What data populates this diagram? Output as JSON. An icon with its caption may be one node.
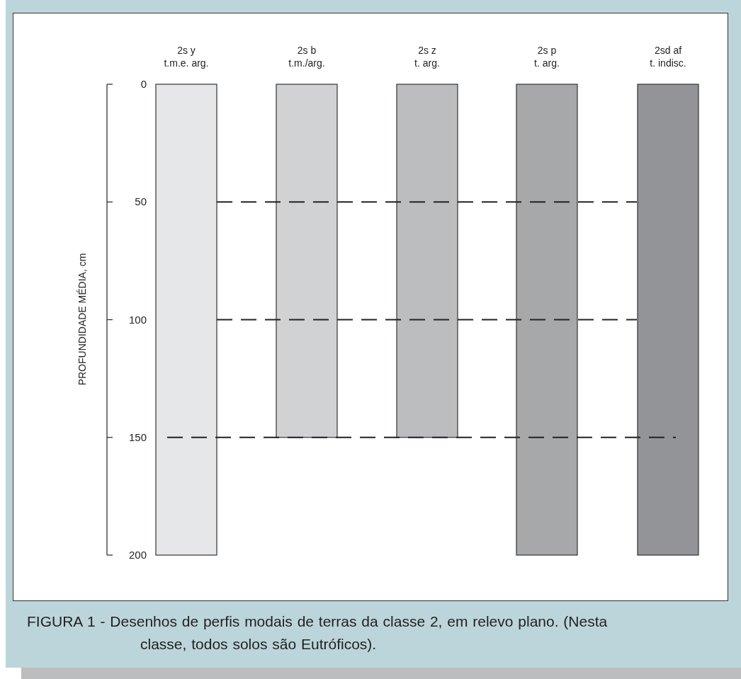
{
  "diagram": {
    "caption": "FIGURA 1 - Desenhos de perfis modais de terras da classe 2, em relevo plano. (Nesta classe, todos solos são Eutróficos).",
    "chart_data": {
      "type": "bar",
      "ylabel": "PROFUNDIDADE MÉDIA, cm",
      "categories": [
        "2s y t.m.e. arg.",
        "2s b t.m./arg.",
        "2s z t. arg.",
        "2s p t. arg.",
        "2sd af t. indisc."
      ],
      "values": [
        200,
        150,
        150,
        200,
        200
      ],
      "grid": true,
      "ylim": [
        200,
        0
      ],
      "yticks": [
        0,
        50,
        100,
        150,
        200
      ]
    }
  }
}
